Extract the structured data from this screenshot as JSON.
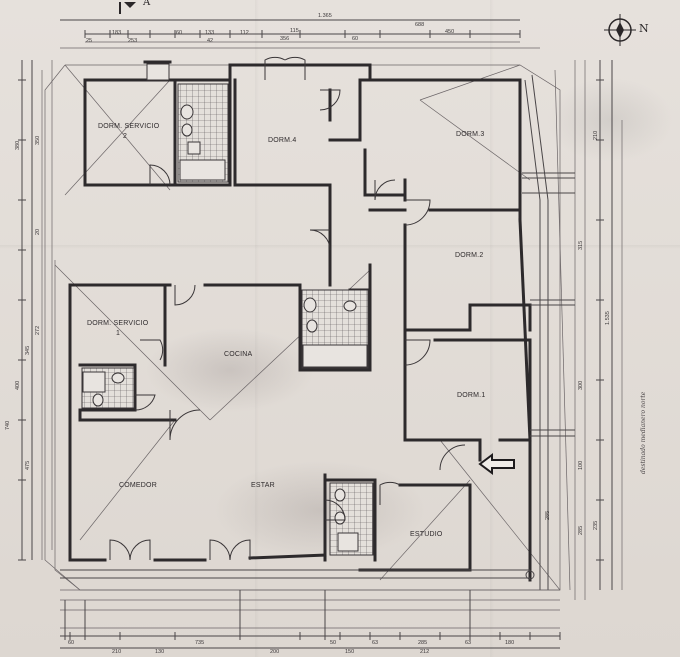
{
  "plan": {
    "rooms": {
      "dorm_servicio_2": "DORM. SERVICIO",
      "dorm_servicio_2_num": "2",
      "dorm_4": "DORM.4",
      "dorm_3": "DORM.3",
      "dorm_2": "DORM.2",
      "dorm_1": "DORM.1",
      "dorm_servicio_1": "DORM. SERVICIO",
      "dorm_servicio_1_num": "1",
      "cocina": "COCINA",
      "comedor": "COMEDOR",
      "estar": "ESTAR",
      "estudio": "ESTUDIO"
    },
    "north_label": "N",
    "section_label": "A",
    "hand_note": "destinado medianero norte",
    "top_dims": [
      "1.365",
      "688",
      "450",
      "115",
      "356",
      "60",
      "112",
      "133",
      "42",
      "60",
      "253",
      "183",
      "25"
    ],
    "bottom_dims": [
      "60",
      "210",
      "130",
      "735",
      "200",
      "50",
      "150",
      "63",
      "285",
      "212",
      "63",
      "180"
    ],
    "left_dims": [
      "380",
      "350",
      "20",
      "272",
      "345",
      "400",
      "475",
      "740"
    ],
    "right_dims": [
      "210",
      "315",
      "1.535",
      "300",
      "100",
      "235",
      "285",
      "285"
    ]
  }
}
